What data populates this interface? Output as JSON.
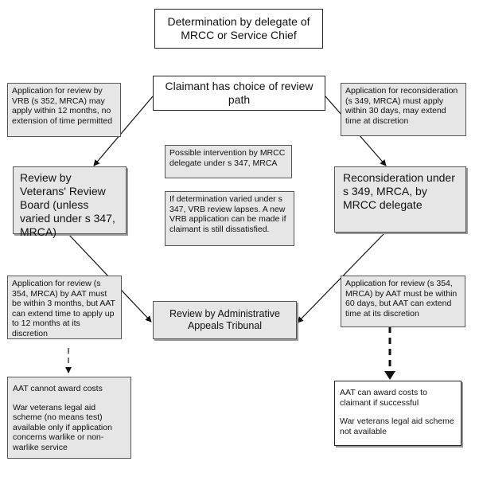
{
  "nodes": {
    "determination": "Determination by delegate of MRCC or Service Chief",
    "choice": "Claimant has choice of review path",
    "vrb_review": "Review by Veterans' Review Board (unless varied under s 347, MRCA)",
    "reconsideration": "Reconsideration under s 349, MRCA, by MRCC delegate",
    "aat_review": "Review by Administrative Appeals Tribunal"
  },
  "notes": {
    "vrb_application": "Application for review by VRB (s 352, MRCA) may apply within 12 months, no extension of time permitted",
    "reconsideration_application": "Application for reconsideration (s 349, MRCA) must apply within 30 days, may extend time at discretion",
    "intervention": "Possible intervention by MRCC delegate under s 347, MRCA",
    "vrb_lapse": "If determination varied under s 347, VRB review lapses. A new VRB application can be made if claimant is still dissatisfied.",
    "aat_left_application": "Application for review (s 354, MRCA) by AAT must be within 3 months, but AAT can extend time to apply up to 12 months at its discretion",
    "aat_right_application": "Application for review (s 354, MRCA) by AAT must be within 60 days, but AAT can extend time at its discretion",
    "costs_left_1": "AAT cannot award costs",
    "costs_left_2": "War veterans legal aid scheme (no means test) available only if application concerns warlike or non-warlike service",
    "costs_right_1": "AAT can award costs to claimant if successful",
    "costs_right_2": "War veterans legal aid scheme not available"
  }
}
